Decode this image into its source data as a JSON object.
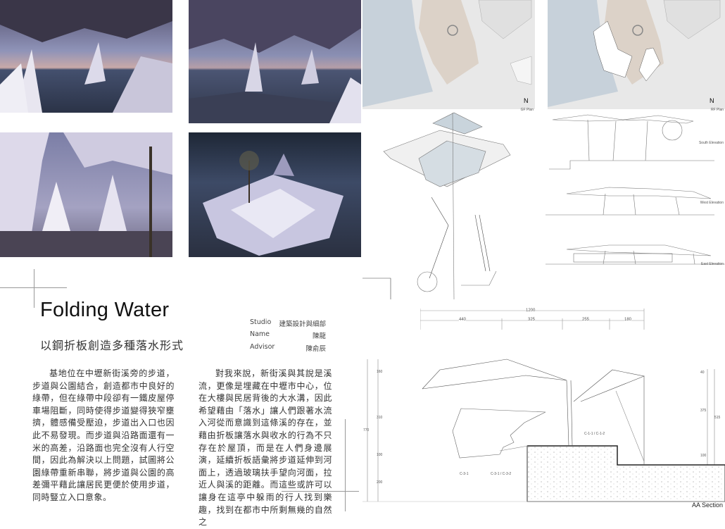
{
  "title": "Folding Water",
  "subtitle": "以鋼折板創造多種落水形式",
  "info": [
    {
      "label": "Studio",
      "value": "建築設計與細部"
    },
    {
      "label": "Name",
      "value": "陳龍"
    },
    {
      "label": "Advisor",
      "value": "陳俞辰"
    }
  ],
  "paragraphs": [
    "基地位在中壢新街溪旁的步道，步道與公園結合，創造都市中良好的綠帶，但在綠帶中段卻有一鐵皮屋停車場阻斷，同時使得步道變得狹窄壅擠，體感備受壓迫，步道出入口也因此不易發現。而步道與沿路面還有一米的高差，沿路面也完全沒有人行空間，因此為解決以上問題，試圖將公園綠帶重新串聯，將步道與公園的高差彌平藉此讓居民更便於使用步道，同時豎立入口意象。",
    "對我來說，新街溪與其說是溪流，更像是埋藏在中壢市中心，位在大樓與民居背後的大水溝，因此希望藉由「落水」讓人們跟著水流入河從而意識到這條溪的存在，並藉由折板讓落水與收水的行為不只存在於屋頂，而是在人們身邊展演，延續折板語彙將步道延伸到河面上，透過玻璃扶手望向河面，拉近人與溪的距離。而這些或許可以讓身在這亭中躲雨的行人找到樂趣，找到在都市中所剩無幾的自然之"
  ],
  "plans": {
    "gf_label": "GF Plan",
    "rf_label": "RF Plan",
    "north": "N"
  },
  "elevations": {
    "south": "South Elevation",
    "west": "West Elevation",
    "east": "East Elevation"
  },
  "dimensions": {
    "total": "1200",
    "segments": [
      "440",
      "325",
      "255",
      "180"
    ]
  },
  "section": {
    "label": "AA Section",
    "left_dims": [
      "160",
      "310",
      "100",
      "200"
    ],
    "left_total": "770",
    "right_dims": [
      "40",
      "375",
      "100"
    ],
    "right_total": "515",
    "callouts": [
      "C-1-1 / C-1-2",
      "C-3-1",
      "C-3-1 / C-3-2"
    ]
  },
  "colors": {
    "water": "#c7d1da",
    "plaza": "#dcd2c8",
    "ground": "#e8e8e8",
    "sky_dusk": "#8f93b8"
  }
}
